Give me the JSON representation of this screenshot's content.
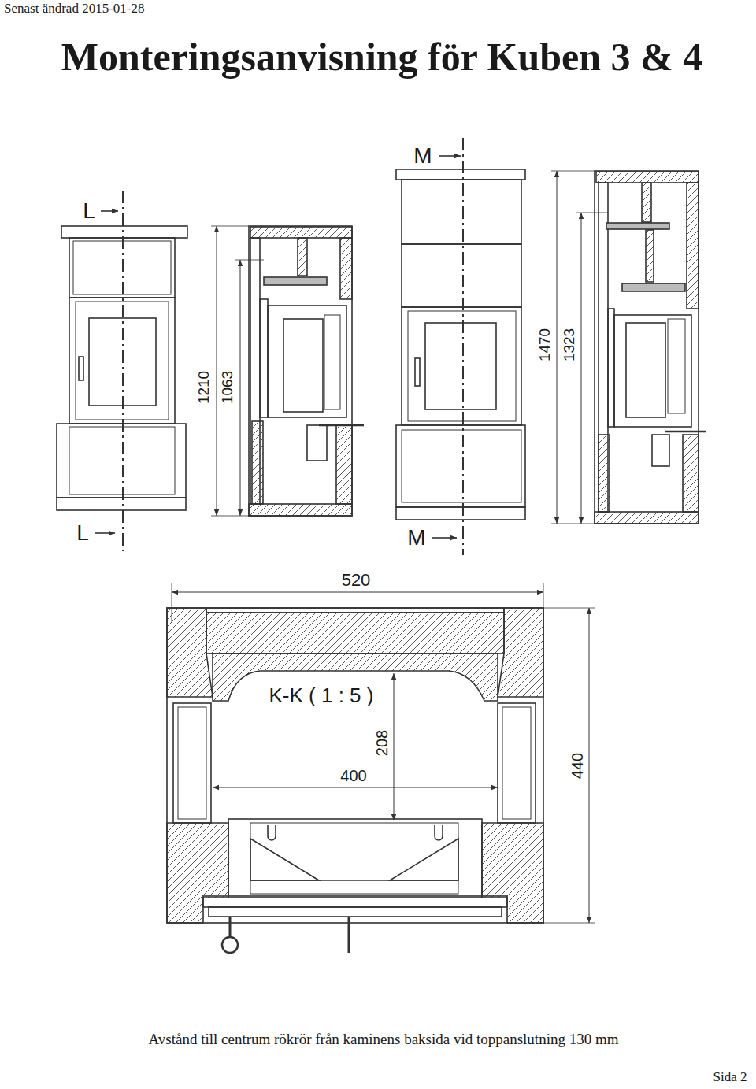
{
  "diagram": {
    "title": "Monteringsanvisning för Kuben 3 & 4",
    "caption": "Avstånd till centrum rökrör från kaminens baksida vid toppanslutning 130 mm",
    "labels": [
      "Senast ändrad 2015-01-28",
      "M",
      "L",
      "1210",
      "1063",
      "1470",
      "1323",
      "L",
      "M",
      "520",
      "K-K ( 1 : 5 )",
      "208",
      "400",
      "440",
      "Sida 2"
    ]
  }
}
